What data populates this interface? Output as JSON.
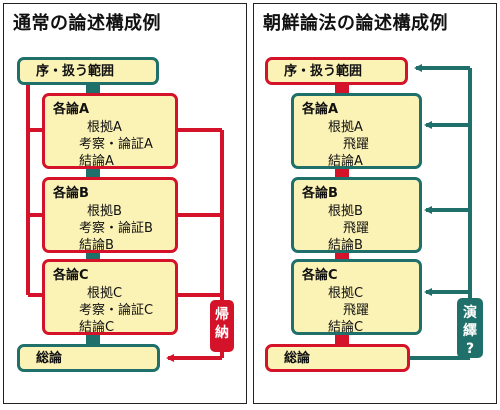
{
  "left": {
    "title": "通常の論述構成例",
    "intro": "序・扱う範囲",
    "sections": [
      {
        "title": "各論A",
        "items": [
          "根拠A",
          "考察・論証A",
          "結論A"
        ]
      },
      {
        "title": "各論B",
        "items": [
          "根拠B",
          "考察・論証B",
          "結論B"
        ]
      },
      {
        "title": "各論C",
        "items": [
          "根拠C",
          "考察・論証C",
          "結論C"
        ]
      }
    ],
    "conclusion": "総論",
    "side_label": [
      "帰",
      "納"
    ]
  },
  "right": {
    "title": "朝鮮論法の論述構成例",
    "intro": "序・扱う範囲",
    "sections": [
      {
        "title": "各論A",
        "items": [
          "根拠A",
          "飛躍",
          "結論A"
        ]
      },
      {
        "title": "各論B",
        "items": [
          "根拠B",
          "飛躍",
          "結論B"
        ]
      },
      {
        "title": "各論C",
        "items": [
          "根拠C",
          "飛躍",
          "結論C"
        ]
      }
    ],
    "conclusion": "総論",
    "side_label": [
      "演",
      "繹",
      "?"
    ]
  },
  "colors": {
    "red": "#d4132a",
    "teal": "#1f6f6a",
    "box_fill": "#fbf2b5"
  }
}
